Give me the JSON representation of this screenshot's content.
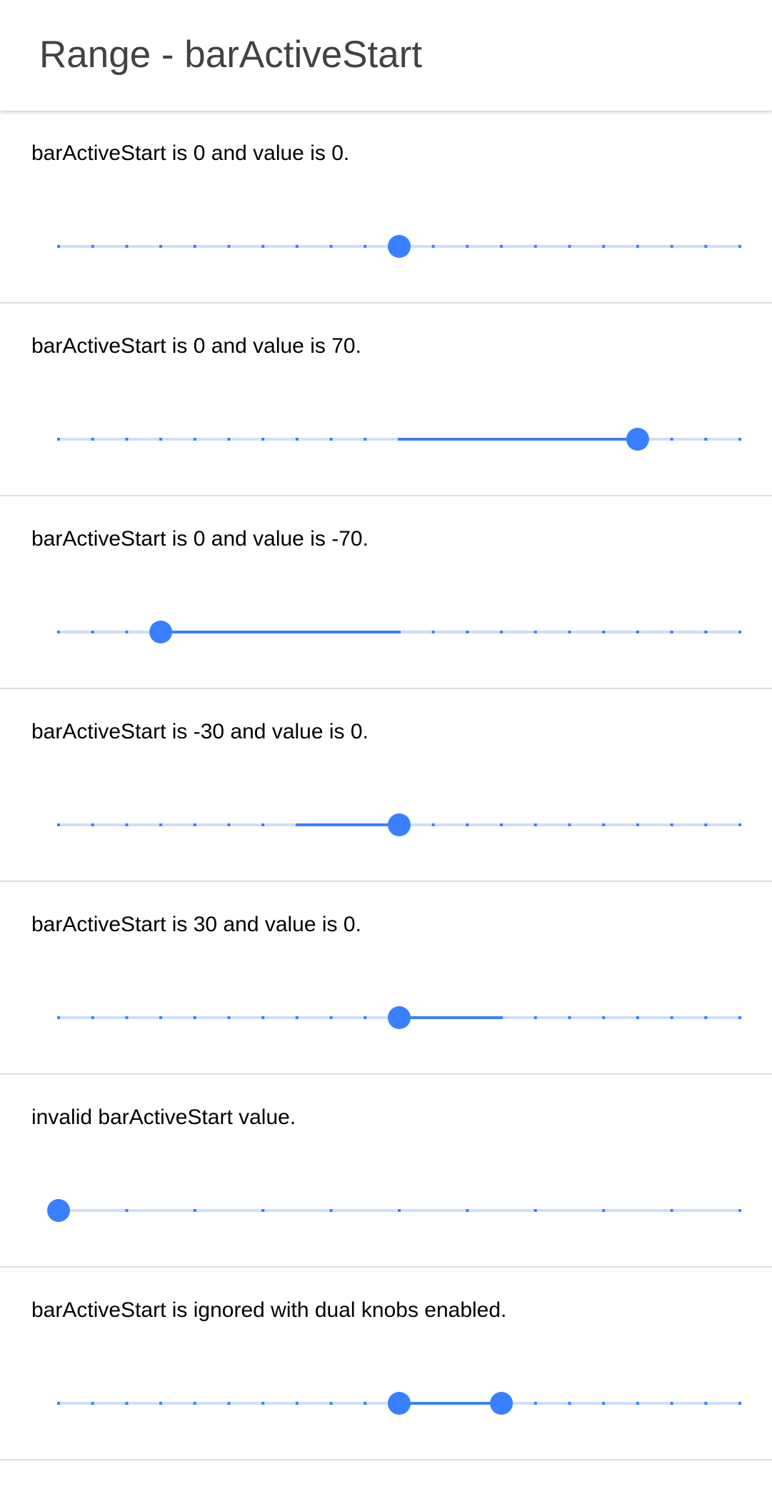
{
  "header": {
    "title": "Range - barActiveStart"
  },
  "colors": {
    "primary": "#3880ff",
    "track_bg": "#cfdff9",
    "divider": "#dedede",
    "title_text": "#424242"
  },
  "ranges": [
    {
      "label": "barActiveStart is 0 and value is 0.",
      "min": -100,
      "max": 100,
      "step": 10,
      "bar_active_start": 0,
      "value": 0,
      "dual_knobs": false
    },
    {
      "label": "barActiveStart is 0 and value is 70.",
      "min": -100,
      "max": 100,
      "step": 10,
      "bar_active_start": 0,
      "value": 70,
      "dual_knobs": false
    },
    {
      "label": "barActiveStart is 0 and value is -70.",
      "min": -100,
      "max": 100,
      "step": 10,
      "bar_active_start": 0,
      "value": -70,
      "dual_knobs": false
    },
    {
      "label": "barActiveStart is -30 and value is 0.",
      "min": -100,
      "max": 100,
      "step": 10,
      "bar_active_start": -30,
      "value": 0,
      "dual_knobs": false
    },
    {
      "label": "barActiveStart is 30 and value is 0.",
      "min": -100,
      "max": 100,
      "step": 10,
      "bar_active_start": 30,
      "value": 0,
      "dual_knobs": false
    },
    {
      "label": "invalid barActiveStart value.",
      "min": 0,
      "max": 100,
      "step": 10,
      "bar_active_start": null,
      "value": 0,
      "dual_knobs": false
    },
    {
      "label": "barActiveStart is ignored with dual knobs enabled.",
      "min": -100,
      "max": 100,
      "step": 10,
      "bar_active_start": 0,
      "lower": 0,
      "upper": 30,
      "dual_knobs": true
    }
  ]
}
